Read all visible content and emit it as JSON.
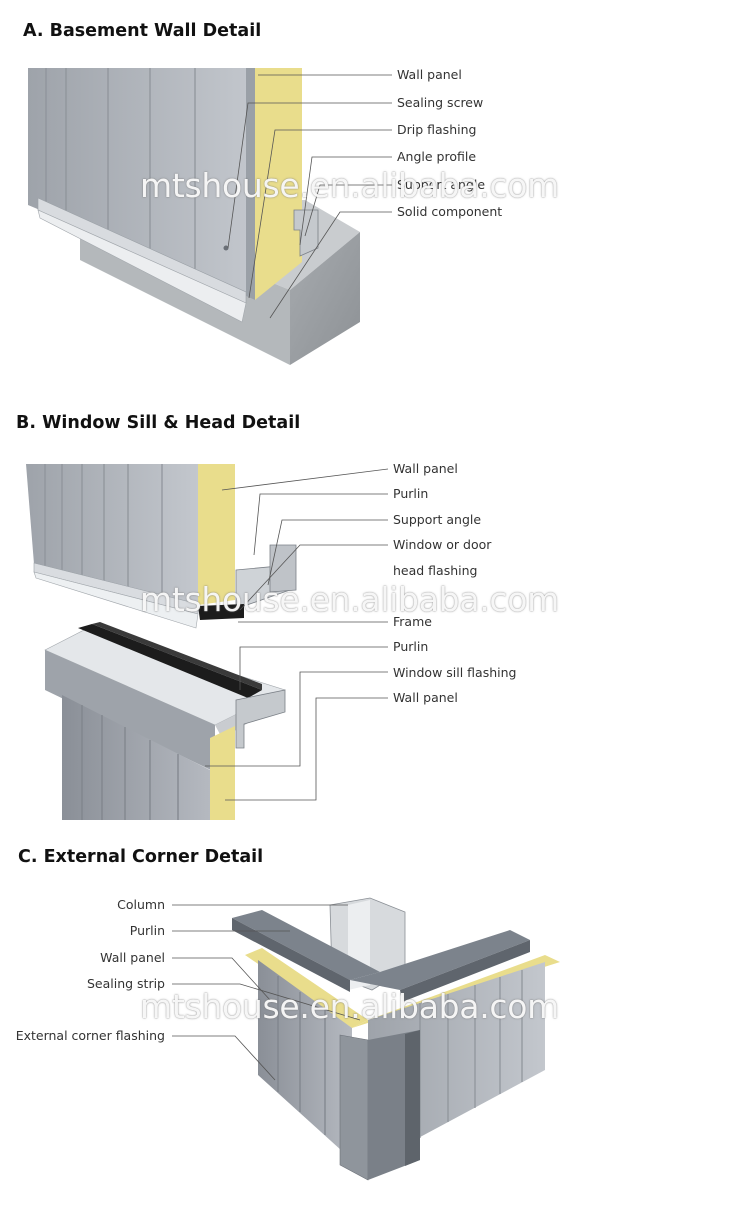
{
  "colors": {
    "panel_light": "#b9bdc4",
    "panel_dark": "#8f949b",
    "insulation": "#e9dd8c",
    "concrete_top": "#c7cacd",
    "concrete_side": "#9fa3a7",
    "flashing": "#d5d8dc",
    "purlin_dark": "#7d838c",
    "frame_black": "#1c1c1c",
    "leader_line": "#555555"
  },
  "watermark": "mtshouse.en.alibaba.com",
  "sections": {
    "a": {
      "heading": "A. Basement Wall Detail",
      "labels": [
        "Wall panel",
        "Sealing screw",
        "Drip flashing",
        "Angle profile",
        "Support angle",
        "Solid component"
      ]
    },
    "b": {
      "heading": "B. Window Sill & Head Detail",
      "labels": [
        "Wall panel",
        "Purlin",
        "Support angle",
        "Window or door",
        "head flashing",
        "Frame",
        "Purlin",
        "Window sill flashing",
        "Wall panel"
      ]
    },
    "c": {
      "heading": "C. External Corner Detail",
      "labels": [
        "Column",
        "Purlin",
        "Wall panel",
        "Sealing strip",
        "External corner flashing"
      ]
    }
  }
}
